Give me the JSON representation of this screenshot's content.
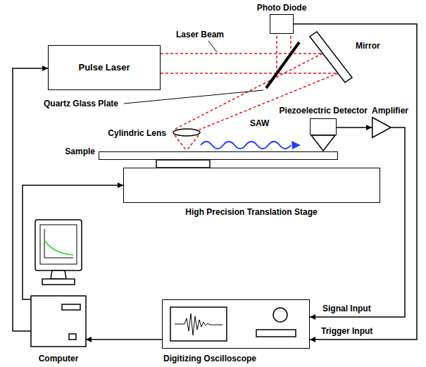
{
  "diagram": {
    "nodes": [
      {
        "text": [
          "Photo Diode"
        ]
      },
      {
        "text": [
          "Pulse Laser"
        ]
      },
      {
        "text": [
          "Piezoelectric Detector"
        ]
      },
      {
        "text": [
          "Amplifier"
        ]
      },
      {
        "text": [
          "Sample"
        ]
      },
      {
        "text": [
          "High Precision Translation Stage"
        ]
      },
      {
        "text": [
          "Computer"
        ]
      },
      {
        "text": [
          "Digitizing Oscilloscope"
        ]
      }
    ],
    "edges": [
      {
        "from": 0,
        "to": 7,
        "arrow": "to",
        "label": "Trigger Input"
      },
      {
        "from": 2,
        "to": 3,
        "arrow": "to"
      },
      {
        "from": 3,
        "to": 7,
        "arrow": "to",
        "label": "Signal Input"
      },
      {
        "from": 7,
        "to": 6,
        "arrow": "to"
      },
      {
        "from": 6,
        "to": 1,
        "arrow": "to"
      },
      {
        "from": 6,
        "to": 5,
        "arrow": "to"
      }
    ],
    "labels": [
      "Laser Beam",
      "Mirror",
      "Quartz Glass Plate",
      "Cylindric Lens",
      "SAW"
    ]
  }
}
